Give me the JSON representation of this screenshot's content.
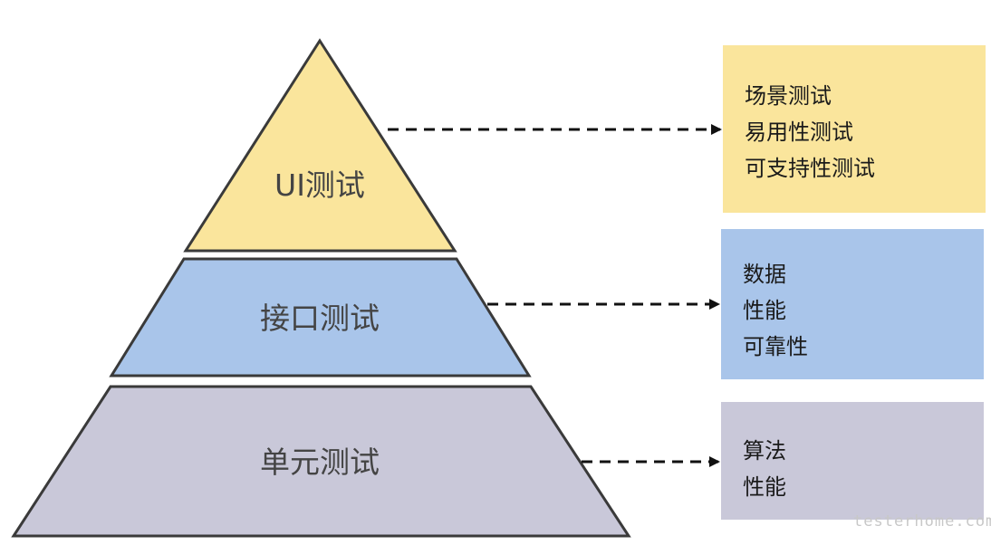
{
  "tiers": {
    "ui": {
      "label": "UI测试",
      "fill": "#fae59c",
      "items": [
        "场景测试",
        "易用性测试",
        "可支持性测试"
      ]
    },
    "api": {
      "label": "接口测试",
      "fill": "#a9c5ea",
      "items": [
        "数据",
        "性能",
        "可靠性"
      ]
    },
    "unit": {
      "label": "单元测试",
      "fill": "#c9c8d9",
      "items": [
        "算法",
        "性能"
      ]
    }
  },
  "colors": {
    "outline": "#3a3a3a",
    "arrow": "#111111"
  },
  "watermark": "testerhome.com"
}
